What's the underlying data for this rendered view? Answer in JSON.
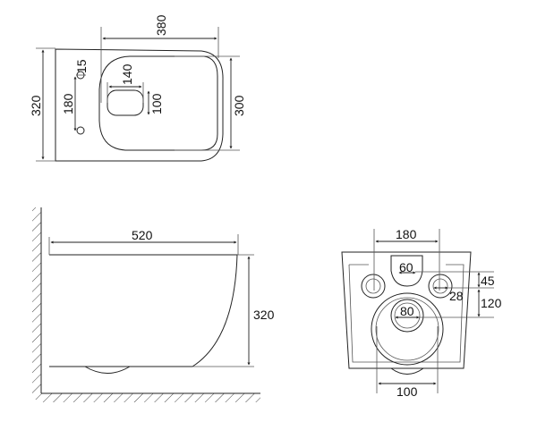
{
  "top_view": {
    "dims": {
      "width": "380",
      "depth": "320",
      "seat_depth": "300",
      "fix_spacing": "180",
      "fix_hole": "15",
      "opening_w": "140",
      "opening_h": "100"
    }
  },
  "side_view": {
    "dims": {
      "length": "520",
      "height": "320"
    }
  },
  "front_view": {
    "dims": {
      "fix_spacing": "180",
      "inlet": "60",
      "inlet_offset": "45",
      "hole": "28",
      "outlet_offset": "120",
      "outlet": "80",
      "foot": "100"
    }
  }
}
